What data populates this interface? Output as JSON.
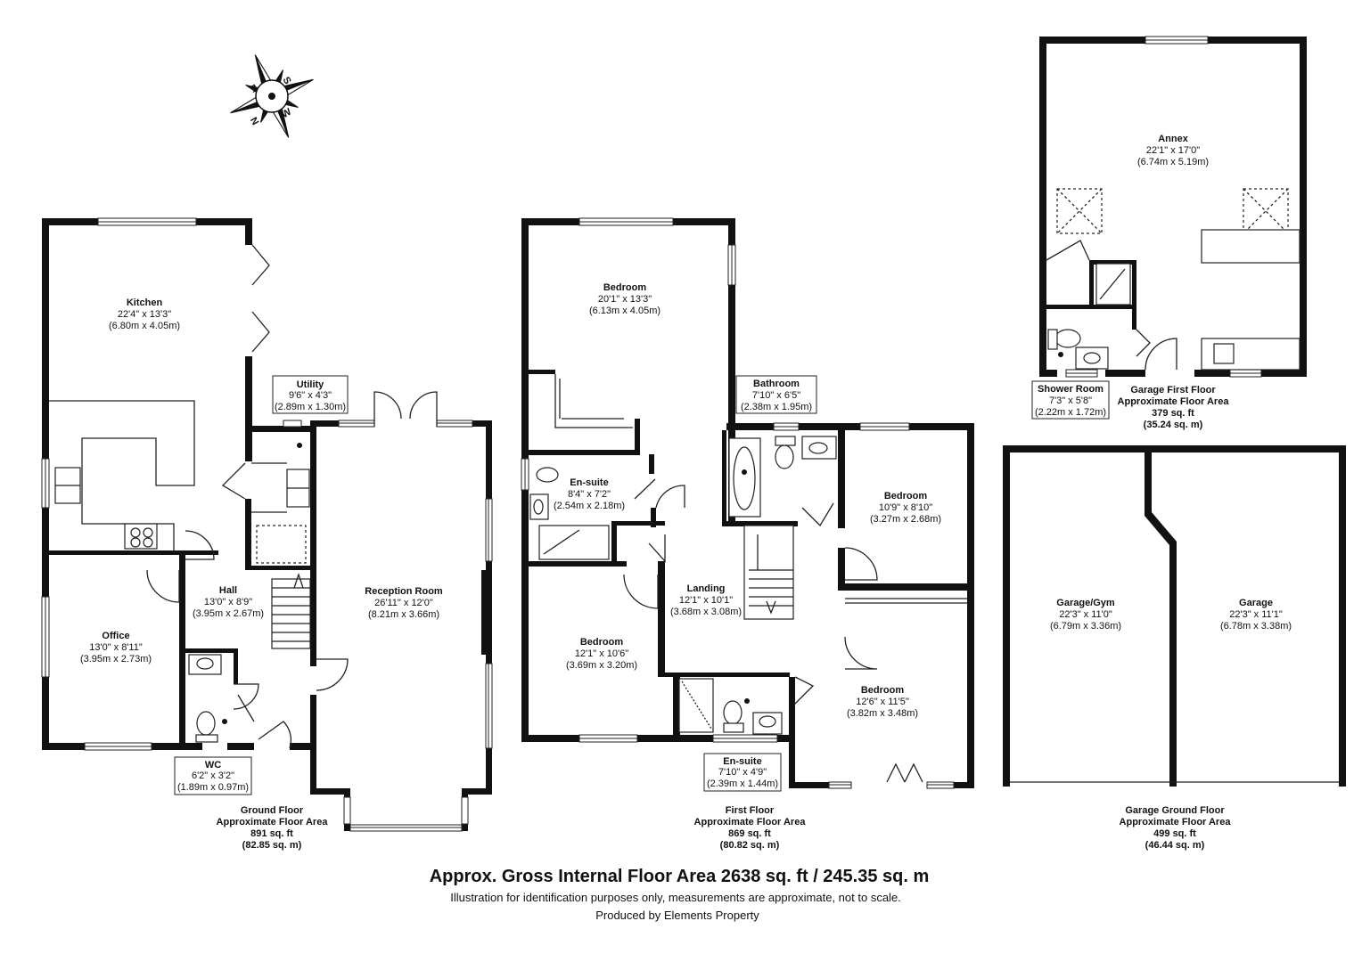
{
  "compass": {
    "letters": [
      "S",
      "W",
      "N",
      "E"
    ]
  },
  "rooms": {
    "kitchen": {
      "name": "Kitchen",
      "imperial": "22'4\" x 13'3\"",
      "metric": "(6.80m x 4.05m)"
    },
    "utility": {
      "name": "Utility",
      "imperial": "9'6\" x 4'3\"",
      "metric": "(2.89m x 1.30m)"
    },
    "hall": {
      "name": "Hall",
      "imperial": "13'0\" x 8'9\"",
      "metric": "(3.95m x 2.67m)"
    },
    "office": {
      "name": "Office",
      "imperial": "13'0\" x 8'11\"",
      "metric": "(3.95m x 2.73m)"
    },
    "wc": {
      "name": "WC",
      "imperial": "6'2\" x 3'2\"",
      "metric": "(1.89m x 0.97m)"
    },
    "reception": {
      "name": "Reception Room",
      "imperial": "26'11\" x 12'0\"",
      "metric": "(8.21m x 3.66m)"
    },
    "bedroom1": {
      "name": "Bedroom",
      "imperial": "20'1\" x 13'3\"",
      "metric": "(6.13m x 4.05m)"
    },
    "ensuite1": {
      "name": "En-suite",
      "imperial": "8'4\" x 7'2\"",
      "metric": "(2.54m x 2.18m)"
    },
    "bathroom": {
      "name": "Bathroom",
      "imperial": "7'10\" x 6'5\"",
      "metric": "(2.38m x 1.95m)"
    },
    "bedroom2": {
      "name": "Bedroom",
      "imperial": "10'9\" x 8'10\"",
      "metric": "(3.27m x 2.68m)"
    },
    "landing": {
      "name": "Landing",
      "imperial": "12'1\" x 10'1\"",
      "metric": "(3.68m x 3.08m)"
    },
    "bedroom3": {
      "name": "Bedroom",
      "imperial": "12'1\" x 10'6\"",
      "metric": "(3.69m x 3.20m)"
    },
    "bedroom4": {
      "name": "Bedroom",
      "imperial": "12'6\" x 11'5\"",
      "metric": "(3.82m x 3.48m)"
    },
    "ensuite2": {
      "name": "En-suite",
      "imperial": "7'10\" x 4'9\"",
      "metric": "(2.39m x 1.44m)"
    },
    "annex": {
      "name": "Annex",
      "imperial": "22'1\" x 17'0\"",
      "metric": "(6.74m x 5.19m)"
    },
    "shower": {
      "name": "Shower Room",
      "imperial": "7'3\" x 5'8\"",
      "metric": "(2.22m x 1.72m)"
    },
    "gym": {
      "name": "Garage/Gym",
      "imperial": "22'3\" x 11'0\"",
      "metric": "(6.79m x 3.36m)"
    },
    "garage": {
      "name": "Garage",
      "imperial": "22'3\" x 11'1\"",
      "metric": "(6.78m x 3.38m)"
    }
  },
  "floors": {
    "ground": {
      "line1": "Ground Floor",
      "line2": "Approximate Floor Area",
      "line3": "891 sq. ft",
      "line4": "(82.85 sq. m)"
    },
    "first": {
      "line1": "First Floor",
      "line2": "Approximate Floor Area",
      "line3": "869 sq. ft",
      "line4": "(80.82 sq. m)"
    },
    "garage_first": {
      "line1": "Garage First Floor",
      "line2": "Approximate Floor Area",
      "line3": "379 sq. ft",
      "line4": "(35.24 sq. m)"
    },
    "garage_ground": {
      "line1": "Garage Ground Floor",
      "line2": "Approximate Floor Area",
      "line3": "499 sq. ft",
      "line4": "(46.44 sq. m)"
    }
  },
  "footer": {
    "title": "Approx. Gross Internal Floor Area 2638 sq. ft / 245.35 sq. m",
    "disclaimer": "Illustration for identification purposes only, measurements are approximate, not to scale.",
    "producer": "Produced by Elements Property"
  }
}
